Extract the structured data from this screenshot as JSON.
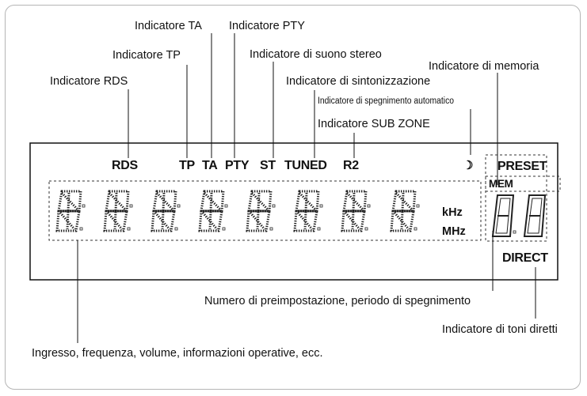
{
  "callouts": {
    "ta": "Indicatore TA",
    "pty": "Indicatore PTY",
    "tp": "Indicatore TP",
    "stereo": "Indicatore di suono stereo",
    "memory": "Indicatore di memoria",
    "rds": "Indicatore RDS",
    "tuning": "Indicatore di sintonizzazione",
    "sleep": "Indicatore di spegnimento automatico",
    "subzone": "Indicatore SUB ZONE",
    "preset_number": "Numero di preimpostazione, periodo di spegnimento",
    "direct": "Indicatore di toni diretti",
    "main_area": "Ingresso, frequenza, volume, informazioni operative, ecc."
  },
  "display": {
    "rds": "RDS",
    "tp": "TP",
    "ta": "TA",
    "pty": "PTY",
    "st": "ST",
    "tuned": "TUNED",
    "r2": "R2",
    "sleep_glyph": "☽",
    "preset": "PRESET",
    "mem": "MEM",
    "khz": "kHz",
    "mhz": "MHz",
    "direct": "DIRECT"
  }
}
